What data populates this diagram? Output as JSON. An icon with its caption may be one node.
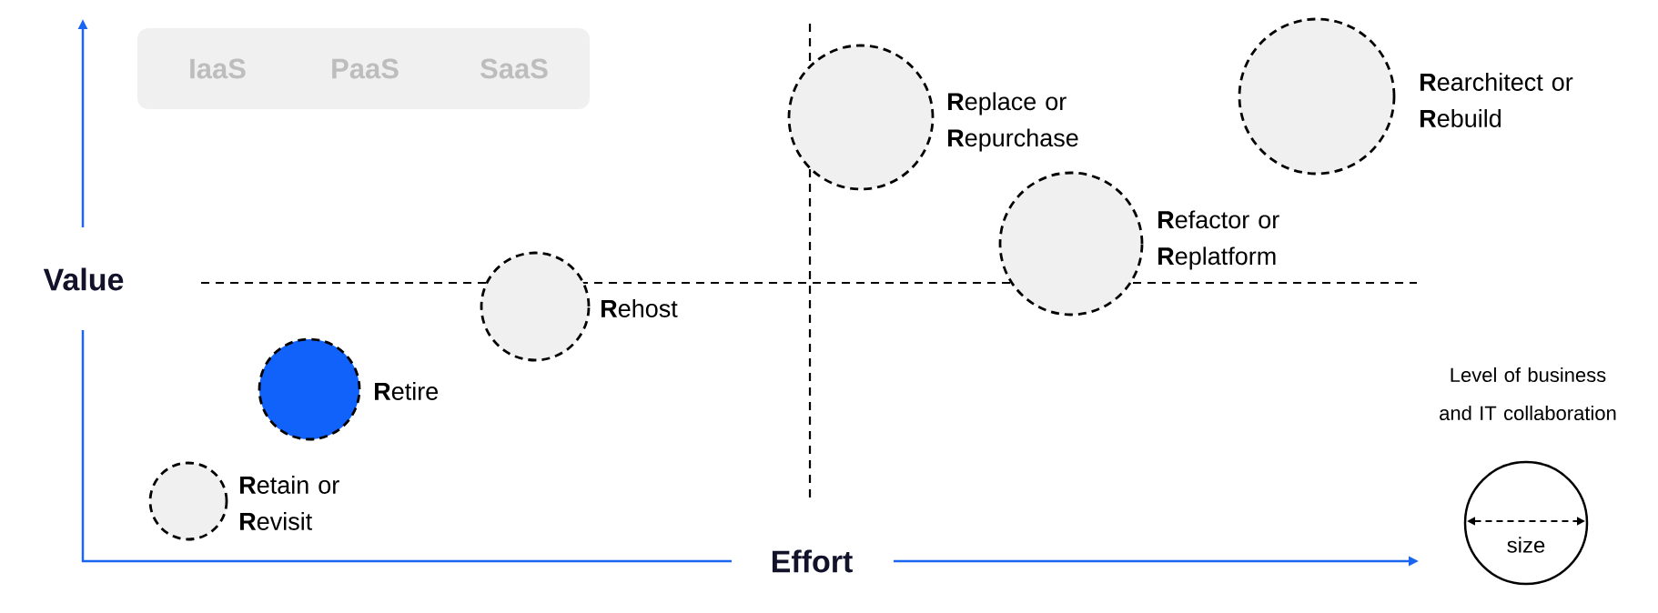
{
  "diagram": {
    "nodes": [
      {
        "text": [
          "IaaS",
          "PaaS",
          "SaaS"
        ]
      },
      {
        "text": [],
        "shape": "circle",
        "beside": [
          "**R**etain or **R**evisit"
        ]
      },
      {
        "text": [],
        "shape": "circle",
        "beside": [
          "**R**etire"
        ]
      },
      {
        "text": [],
        "shape": "circle",
        "beside": [
          "**R**ehost"
        ]
      },
      {
        "text": [],
        "shape": "circle",
        "beside": [
          "**R**eplace or **R**epurchase"
        ]
      },
      {
        "text": [],
        "shape": "circle",
        "beside": [
          "**R**efactor or **R**eplatform"
        ]
      },
      {
        "text": [],
        "shape": "circle",
        "beside": [
          "**R**earchitect or **R**ebuild"
        ]
      },
      {
        "text": [
          "size"
        ],
        "beside": [
          "Level of business and IT collaboration"
        ]
      }
    ],
    "labels": [
      "Value",
      "Effort"
    ]
  }
}
